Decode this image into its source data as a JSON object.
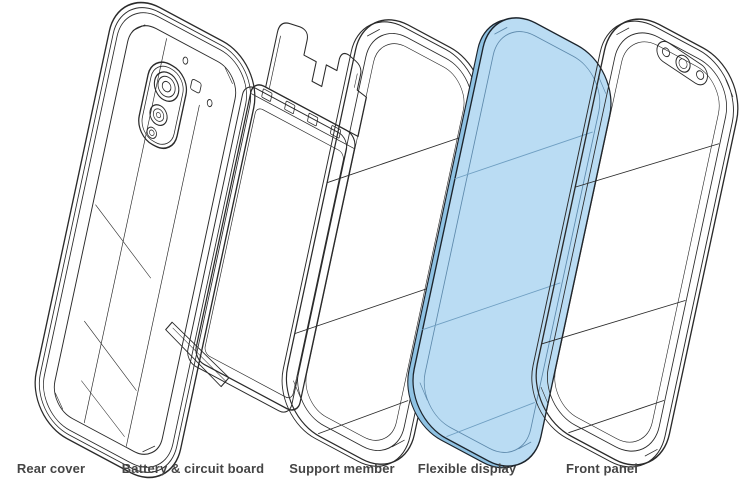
{
  "diagram": {
    "type": "exploded-view-smartphone",
    "layers": [
      {
        "id": "rear-cover",
        "label": "Rear cover"
      },
      {
        "id": "battery-circuit-board",
        "label": "Battery & circuit board"
      },
      {
        "id": "support-member",
        "label": "Support member"
      },
      {
        "id": "flexible-display",
        "label": "Flexible display",
        "highlighted": true
      },
      {
        "id": "front-panel",
        "label": "Front panel"
      }
    ],
    "colors": {
      "background": "#ffffff",
      "line": "#2a2a2a",
      "display_fill": "#badcf3",
      "display_edge": "#8fc2e3",
      "display_line": "#5d89ab",
      "label_text": "#454545"
    }
  }
}
